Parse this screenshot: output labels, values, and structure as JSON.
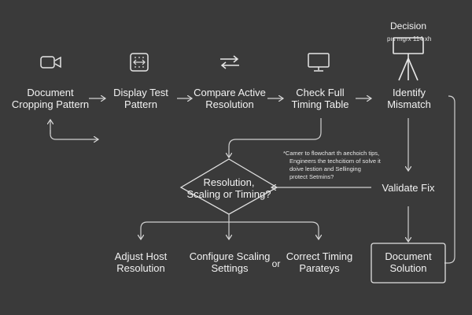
{
  "top_label": "Decision",
  "top_sublabel": "pıs mgrx 114 xh",
  "steps": [
    {
      "id": "doc-crop",
      "line1": "Document",
      "line2": "Cropping Pattern",
      "icon": "camera-icon"
    },
    {
      "id": "display-test",
      "line1": "Display Test",
      "line2": "Pattern",
      "icon": "test-pattern-icon"
    },
    {
      "id": "compare-res",
      "line1": "Compare Active",
      "line2": "Resolution",
      "icon": "swap-arrows-icon"
    },
    {
      "id": "check-timing",
      "line1": "Check Full",
      "line2": "Timing Table",
      "icon": "monitor-icon"
    },
    {
      "id": "identify",
      "line1": "Identify",
      "line2": "Mismatch",
      "icon": "projector-tripod-icon"
    }
  ],
  "decision": {
    "line1": "Resolution,",
    "line2": "Scaling or Timing?"
  },
  "note": {
    "line1": "*Camer to flowchart th aechoich tips,",
    "line2": "Engineers the techcitiom of solve it",
    "line3": "doive lestion and Sellinging",
    "line4": "protect Setmins?"
  },
  "validate": "Validate Fix",
  "outcomes": [
    {
      "line1": "Adjust Host",
      "line2": "Resolution"
    },
    {
      "line1": "Configure Scaling",
      "line2": "Settings"
    },
    {
      "line1": "Correct Timing",
      "line2": "Parateys"
    }
  ],
  "or_text": "or",
  "document_solution": {
    "line1": "Document",
    "line2": "Solution"
  }
}
